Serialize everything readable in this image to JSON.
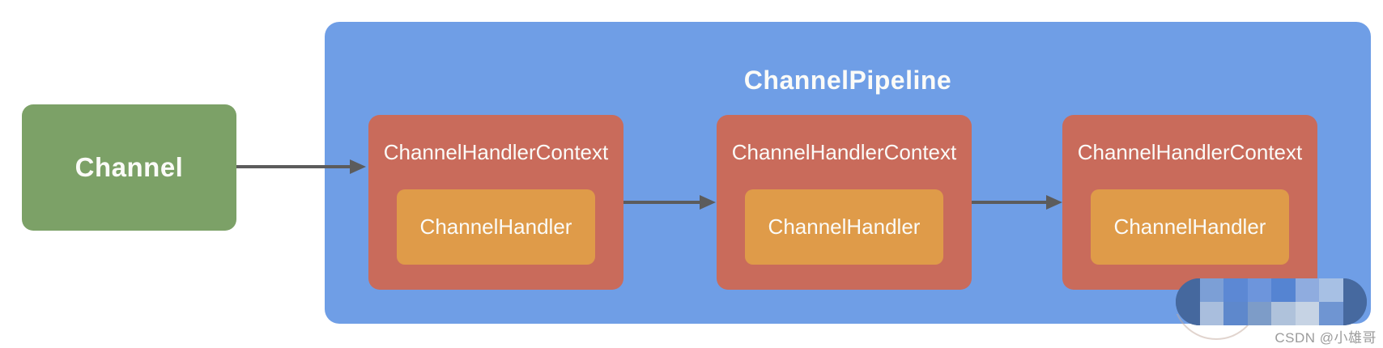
{
  "colors": {
    "channel_green": "#7CA167",
    "pipeline_blue": "#6F9EE6",
    "context_red": "#C96B5B",
    "handler_orange": "#DF9B49",
    "arrow_gray": "#5C5C5C",
    "watermark_gray": "#9B9B9B",
    "text_white": "#FBFBF8"
  },
  "channel": {
    "label": "Channel"
  },
  "pipeline": {
    "title": "ChannelPipeline",
    "contexts": [
      {
        "label": "ChannelHandlerContext",
        "handler_label": "ChannelHandler"
      },
      {
        "label": "ChannelHandlerContext",
        "handler_label": "ChannelHandler"
      },
      {
        "label": "ChannelHandlerContext",
        "handler_label": "ChannelHandler"
      }
    ]
  },
  "watermark": {
    "text": "CSDN @小雄哥",
    "mosaic_rows": [
      [
        "#45689E",
        "#7C9FD6",
        "#5C88D4",
        "#6D95DC",
        "#5584D2",
        "#8FACDF",
        "#A7C0E4",
        "#46699F"
      ],
      [
        "#45689E",
        "#A9BEDD",
        "#5E88CC",
        "#7D9CC8",
        "#AFC2DB",
        "#C6D3E4",
        "#6F95D2",
        "#46699F"
      ]
    ]
  }
}
